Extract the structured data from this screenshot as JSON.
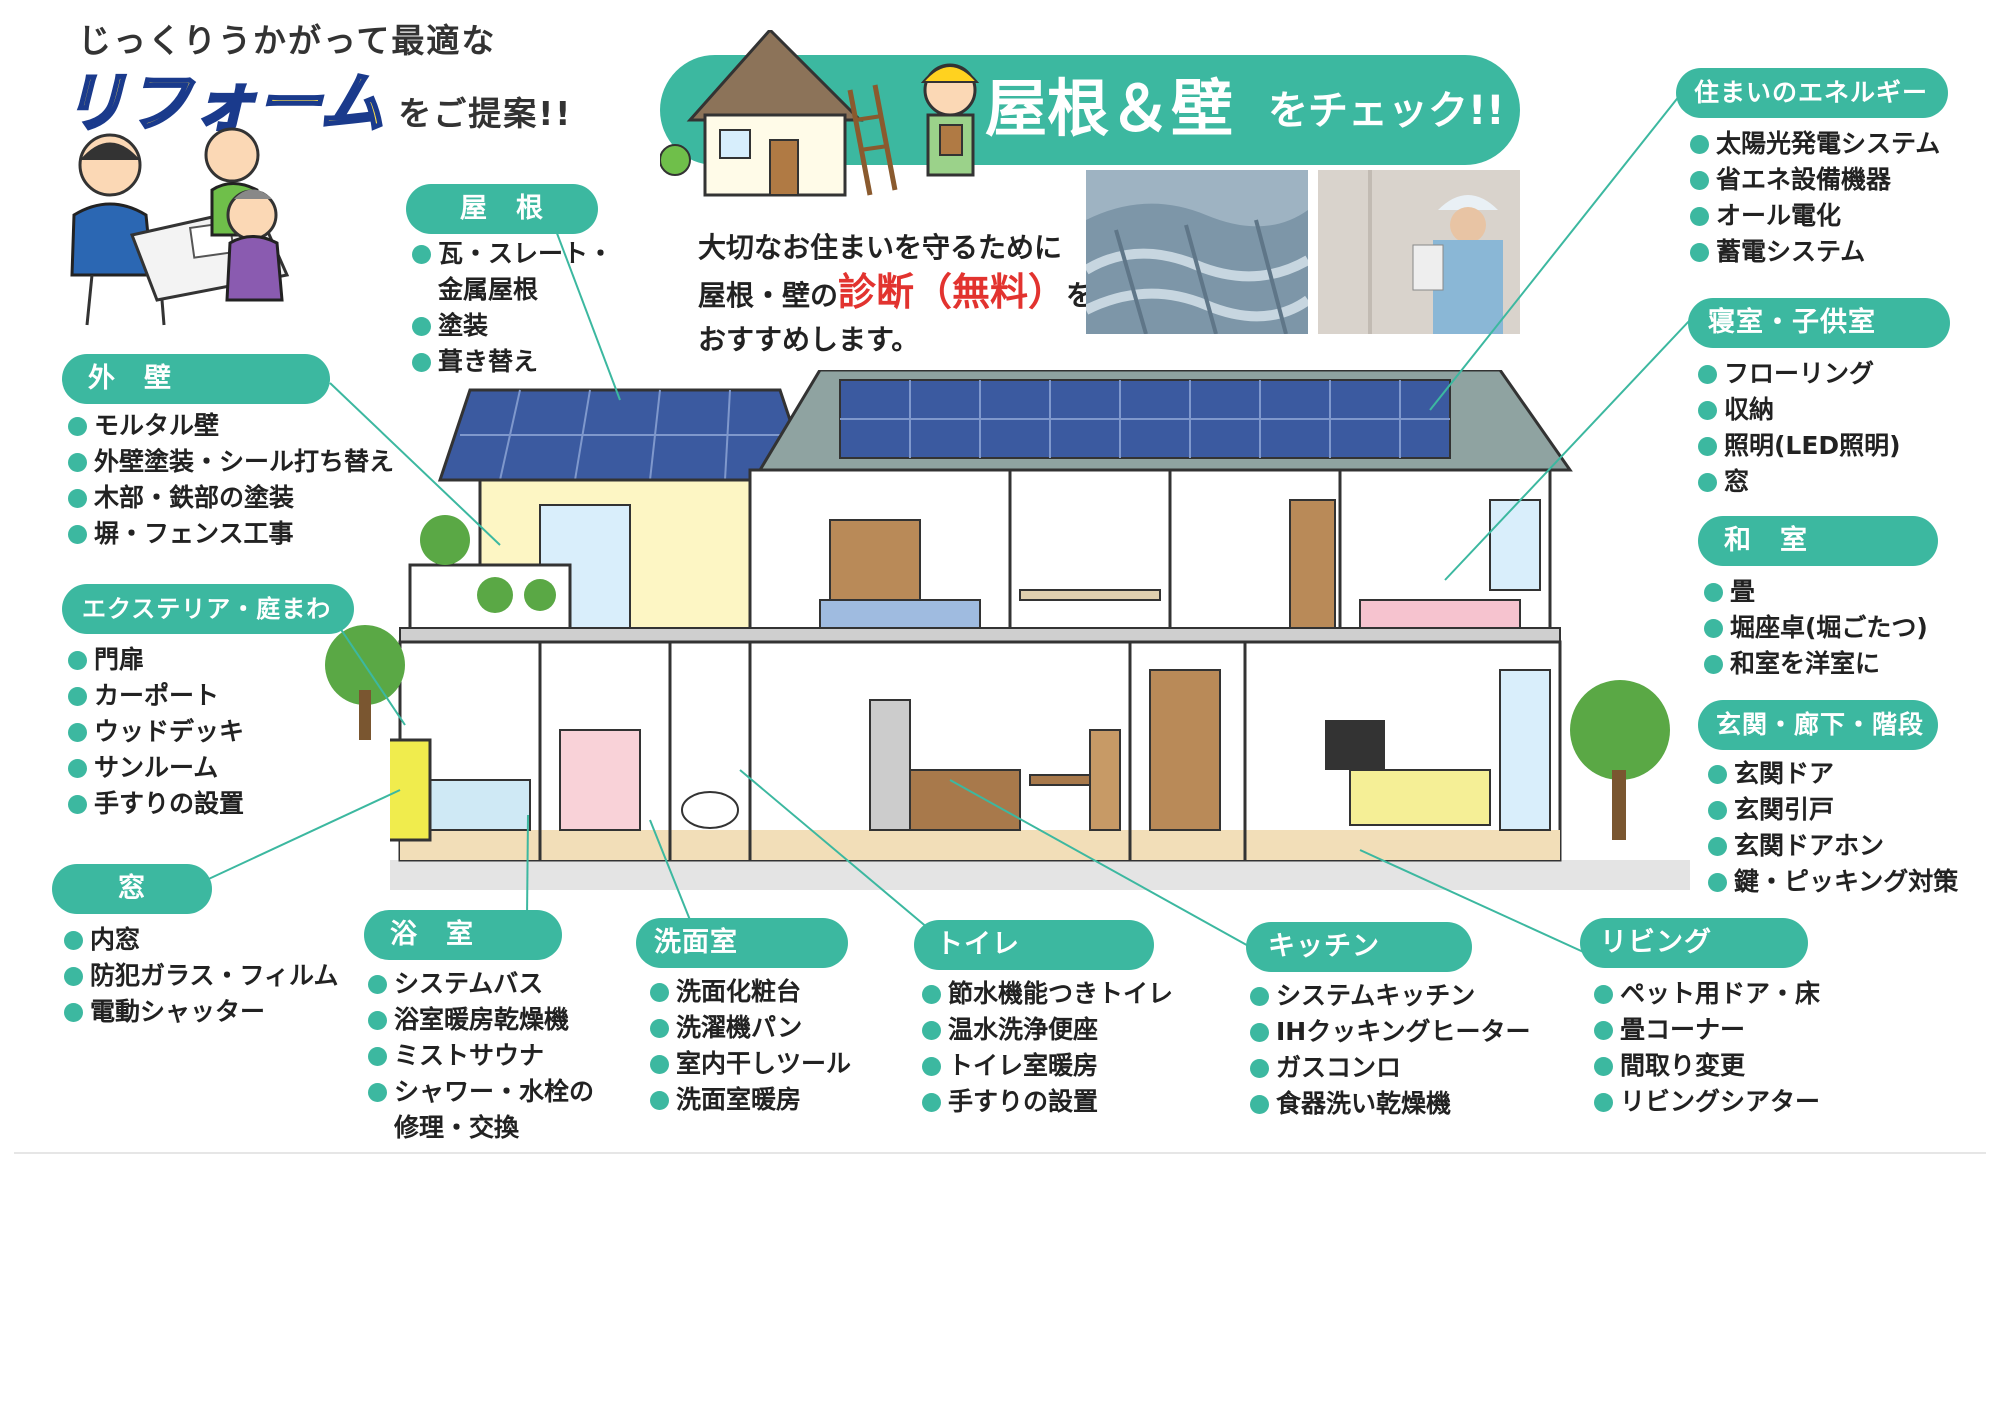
{
  "headline": {
    "line1": "じっくりうかがって最適な",
    "reform": "リフォーム",
    "line2_rest": "をご提案!!"
  },
  "check_banner": {
    "title_roof_wall": "屋根＆壁",
    "title_rest": "をチェック!!"
  },
  "diagnosis": {
    "line1": "大切なお住まいを守るために",
    "line2_pre": "屋根・壁の",
    "line2_highlight": "診断（無料）",
    "line2_post": "を",
    "line3": "おすすめします。"
  },
  "categories": {
    "roof": {
      "label": "屋　根",
      "items": [
        "瓦・スレート・",
        "塗装",
        "葺き替え"
      ],
      "item0_line2": "金属屋根"
    },
    "exterior_wall": {
      "label": "外　壁",
      "items": [
        "モルタル壁",
        "外壁塗装・シール打ち替え",
        "木部・鉄部の塗装",
        "塀・フェンス工事"
      ]
    },
    "exterior": {
      "label": "エクステリア・庭まわり",
      "items": [
        "門扉",
        "カーポート",
        "ウッドデッキ",
        "サンルーム",
        "手すりの設置"
      ]
    },
    "window": {
      "label": "窓",
      "items": [
        "内窓",
        "防犯ガラス・フィルム",
        "電動シャッター"
      ]
    },
    "bathroom": {
      "label": "浴　室",
      "items": [
        "システムバス",
        "浴室暖房乾燥機",
        "ミストサウナ",
        "シャワー・水栓の"
      ],
      "item3_line2": "修理・交換"
    },
    "washroom": {
      "label": "洗面室",
      "items": [
        "洗面化粧台",
        "洗濯機パン",
        "室内干しツール",
        "洗面室暖房"
      ]
    },
    "toilet": {
      "label": "トイレ",
      "items": [
        "節水機能つきトイレ",
        "温水洗浄便座",
        "トイレ室暖房",
        "手すりの設置"
      ]
    },
    "kitchen": {
      "label": "キッチン",
      "items": [
        "システムキッチン",
        "IHクッキングヒーター",
        "ガスコンロ",
        "食器洗い乾燥機"
      ]
    },
    "living": {
      "label": "リビング",
      "items": [
        "ペット用ドア・床",
        "畳コーナー",
        "間取り変更",
        "リビングシアター"
      ]
    },
    "energy": {
      "label": "住まいのエネルギー",
      "items": [
        "太陽光発電システム",
        "省エネ設備機器",
        "オール電化",
        "蓄電システム"
      ]
    },
    "bedroom": {
      "label": "寝室・子供室",
      "items": [
        "フローリング",
        "収納",
        "照明(LED照明)",
        "窓"
      ]
    },
    "japanese_room": {
      "label": "和　室",
      "items": [
        "畳",
        "堀座卓(堀ごたつ)",
        "和室を洋室に"
      ]
    },
    "entrance": {
      "label": "玄関・廊下・階段",
      "items": [
        "玄関ドア",
        "玄関引戸",
        "玄関ドアホン",
        "鍵・ピッキング対策"
      ]
    }
  },
  "colors": {
    "accent_teal": "#3cb8a0",
    "highlight_red": "#e2332f",
    "reform_yellow": "#ffe14a",
    "reform_outline": "#1a3a8c",
    "solar_blue": "#2f4a8c"
  }
}
